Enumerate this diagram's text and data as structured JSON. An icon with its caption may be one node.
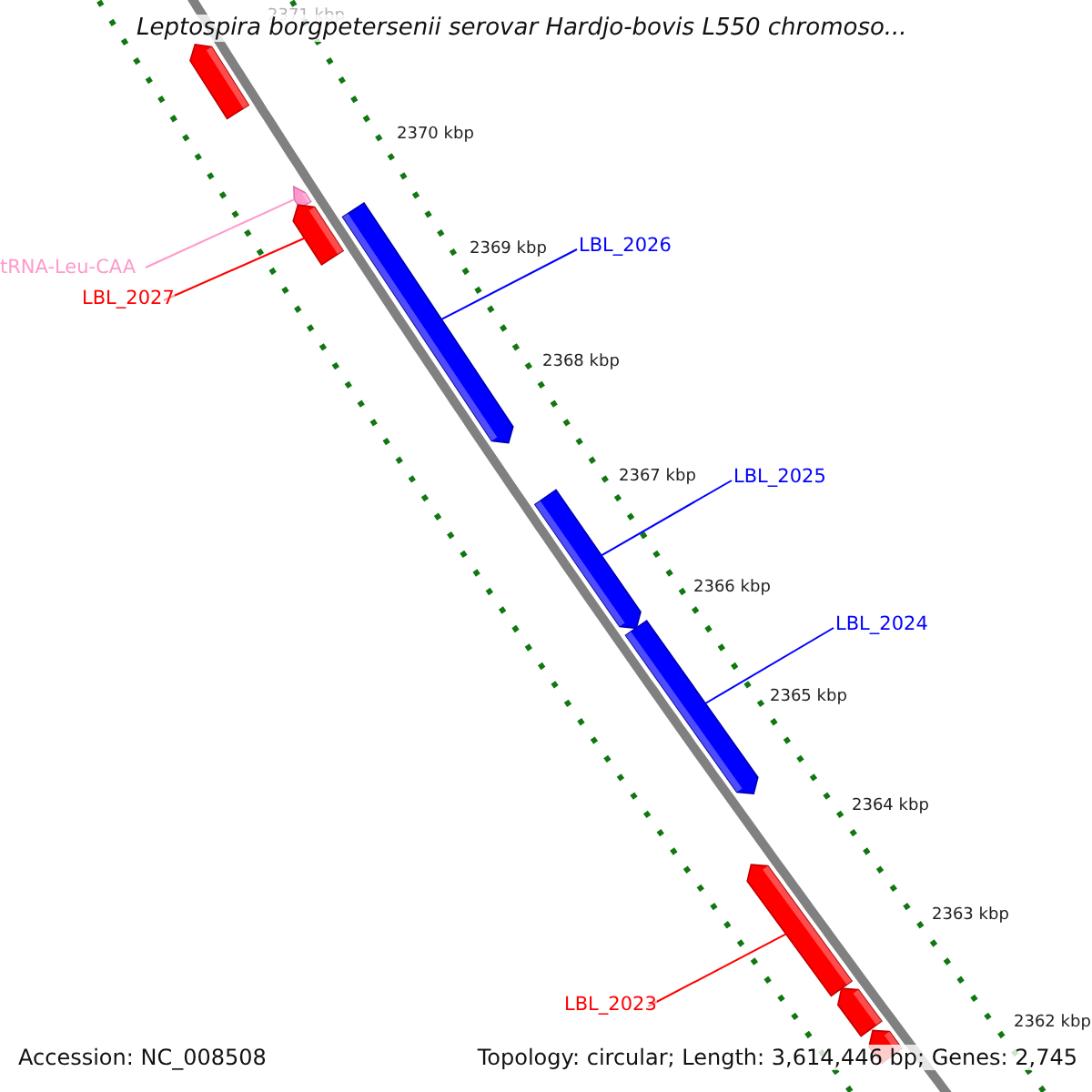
{
  "diagram": {
    "title": "Leptospira borgpetersenii serovar Hardjo-bovis L550 chromoso...",
    "nodes": [
      {
        "text": [],
        "shape": "arrow"
      },
      {
        "text": [],
        "shape": "arrow"
      },
      {
        "text": [],
        "shape": "arrow"
      },
      {
        "text": [],
        "shape": "arrow"
      },
      {
        "text": [],
        "shape": "arrow"
      },
      {
        "text": [],
        "shape": "arrow"
      },
      {
        "text": [],
        "shape": "arrow"
      },
      {
        "text": [],
        "shape": "arrow"
      },
      {
        "text": [],
        "shape": "arrow"
      },
      {
        "text": [
          "tRNA-Leu-CAA"
        ]
      },
      {
        "text": [
          "LBL_2027"
        ]
      },
      {
        "text": [
          "LBL_2026"
        ]
      },
      {
        "text": [
          "LBL_2025"
        ]
      },
      {
        "text": [
          "LBL_2024"
        ]
      },
      {
        "text": [
          "LBL_2023"
        ]
      }
    ],
    "edges": [
      {
        "from": 9,
        "to": 1,
        "arrow": "none",
        "color": "#ff99cc"
      },
      {
        "from": 10,
        "to": 2,
        "arrow": "none",
        "color": "#ff0000"
      },
      {
        "from": 11,
        "to": 3,
        "arrow": "none"
      },
      {
        "from": 12,
        "to": 4,
        "arrow": "none"
      },
      {
        "from": 13,
        "to": 5,
        "arrow": "none"
      },
      {
        "from": 14,
        "to": 6,
        "arrow": "none",
        "color": "#ff0000"
      }
    ],
    "labels": [
      "2371 kbp",
      "2370 kbp",
      "2369 kbp",
      "2368 kbp",
      "2367 kbp",
      "2366 kbp",
      "2365 kbp",
      "2364 kbp",
      "2363 kbp",
      "2362 kbp",
      "Accession: NC_008508",
      "Topology: circular; Length: 3,614,446 bp; Genes: 2,745"
    ]
  }
}
